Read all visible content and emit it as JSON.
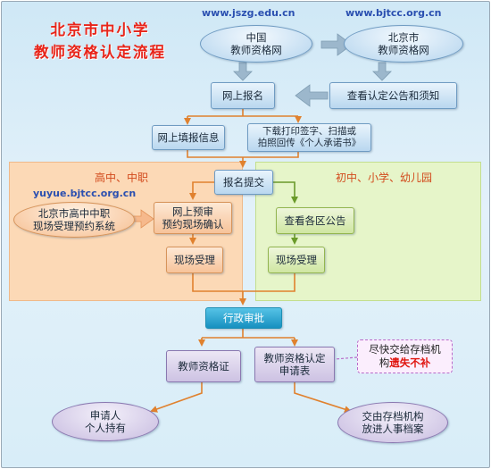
{
  "title_line1": "北京市中小学",
  "title_line2": "教师资格认定流程",
  "urls": {
    "jszg": "www.jszg.edu.cn",
    "bjtcc": "www.bjtcc.org.cn",
    "yuyue": "yuyue.bjtcc.org.cn"
  },
  "nodes": {
    "china_site": "中国\n教师资格网",
    "beijing_site": "北京市\n教师资格网",
    "online_register": "网上报名",
    "view_notice": "查看认定公告和须知",
    "fill_info": "网上填报信息",
    "download_print": "下载打印签字、扫描或\n拍照回传《个人承诺书》",
    "submit": "报名提交",
    "booking_system": "北京市高中中职\n现场受理预约系统",
    "online_review": "网上预审\n预约现场确认",
    "onsite_high": "现场受理",
    "district_notice": "查看各区公告",
    "onsite_junior": "现场受理",
    "admin_approval": "行政审批",
    "certificate": "教师资格证",
    "application_form": "教师资格认定\n申请表",
    "applicant_keep": "申请人\n个人持有",
    "archive": "交由存档机构\n放进人事档案"
  },
  "regions": {
    "high": "高中、中职",
    "junior": "初中、小学、幼儿园"
  },
  "note": {
    "line1": "尽快交给存档机",
    "prefix": "构",
    "emphasis": "遗失不补"
  }
}
